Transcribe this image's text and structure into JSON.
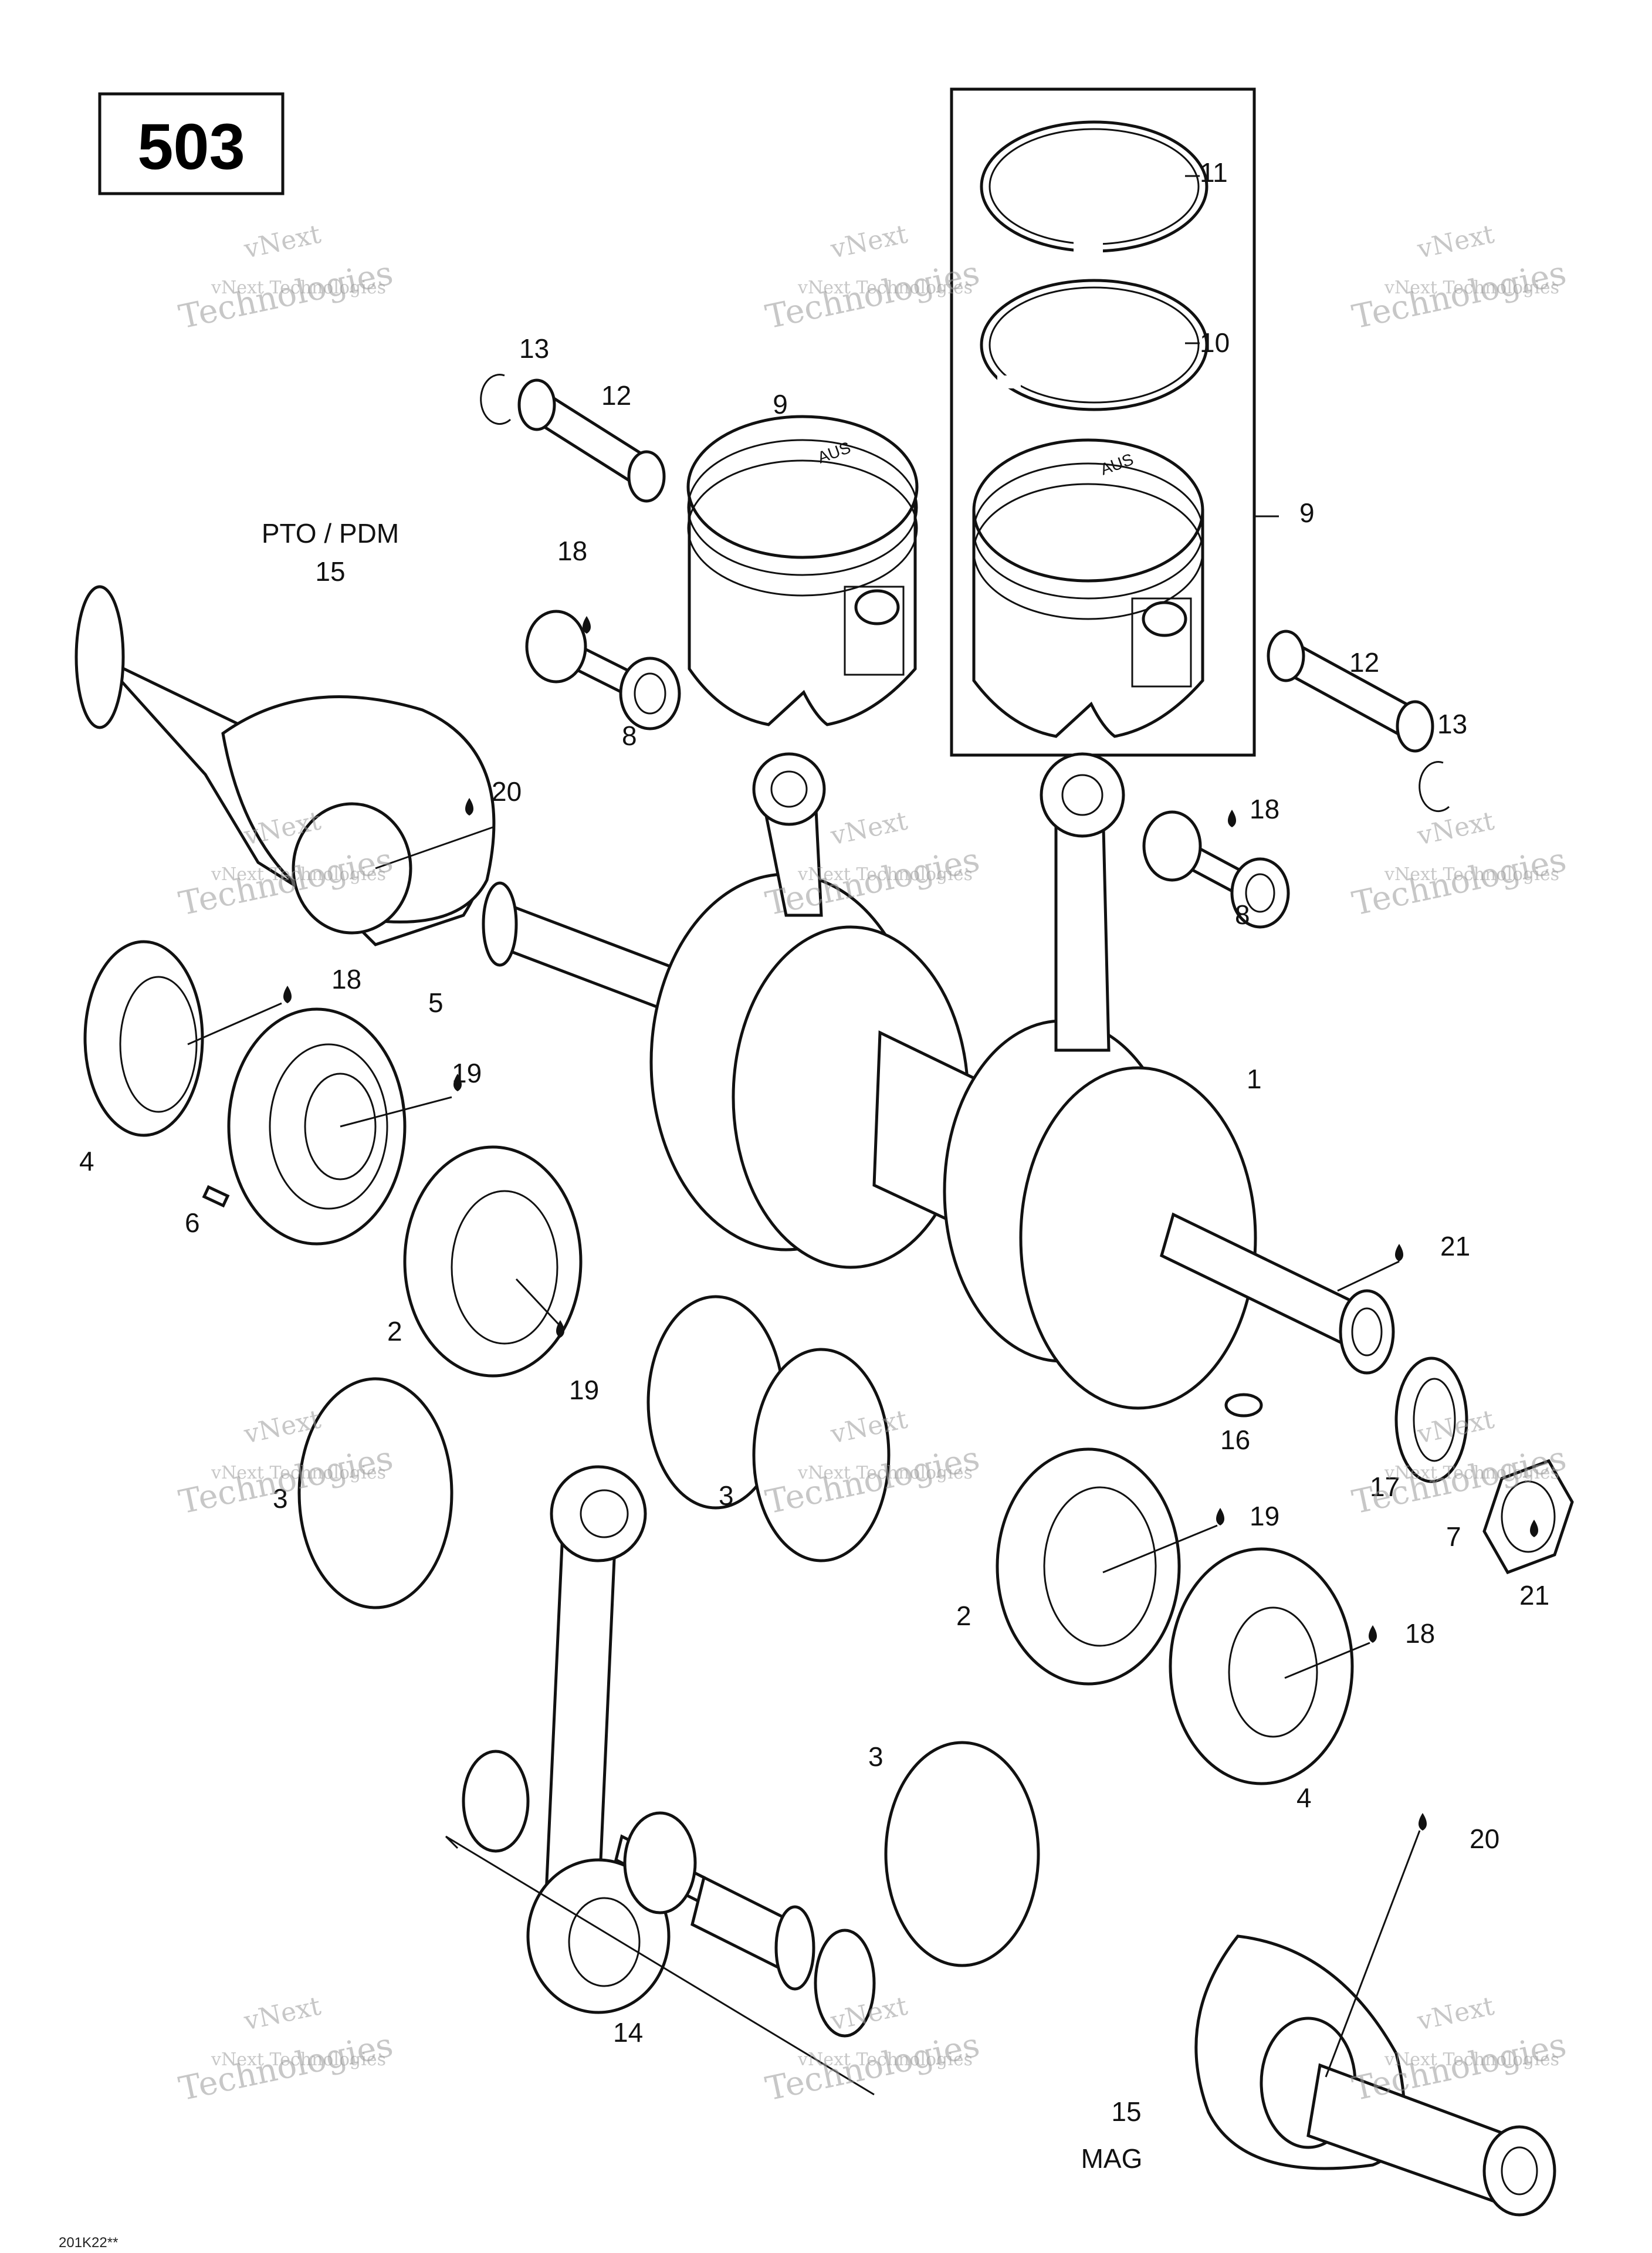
{
  "model_number": "503",
  "labels": [
    {
      "id": "l11",
      "text": "11"
    },
    {
      "id": "l10",
      "text": "10"
    },
    {
      "id": "l9a",
      "text": "9"
    },
    {
      "id": "l9b",
      "text": "9"
    },
    {
      "id": "l13a",
      "text": "13"
    },
    {
      "id": "l12a",
      "text": "12"
    },
    {
      "id": "l18a",
      "text": "18"
    },
    {
      "id": "l8a",
      "text": "8"
    },
    {
      "id": "l12b",
      "text": "12"
    },
    {
      "id": "l13b",
      "text": "13"
    },
    {
      "id": "l18b",
      "text": "18"
    },
    {
      "id": "l8b",
      "text": "8"
    },
    {
      "id": "l15a",
      "text": "15"
    },
    {
      "id": "l20a",
      "text": "20"
    },
    {
      "id": "l18c",
      "text": "18"
    },
    {
      "id": "l5",
      "text": "5"
    },
    {
      "id": "l19a",
      "text": "19"
    },
    {
      "id": "l4a",
      "text": "4"
    },
    {
      "id": "l6",
      "text": "6"
    },
    {
      "id": "l1",
      "text": "1"
    },
    {
      "id": "l21a",
      "text": "21"
    },
    {
      "id": "l2a",
      "text": "2"
    },
    {
      "id": "l19b",
      "text": "19"
    },
    {
      "id": "l16",
      "text": "16"
    },
    {
      "id": "l17",
      "text": "17"
    },
    {
      "id": "l7",
      "text": "7"
    },
    {
      "id": "l21b",
      "text": "21"
    },
    {
      "id": "l3a",
      "text": "3"
    },
    {
      "id": "l3b",
      "text": "3"
    },
    {
      "id": "l19c",
      "text": "19"
    },
    {
      "id": "l2b",
      "text": "2"
    },
    {
      "id": "l18d",
      "text": "18"
    },
    {
      "id": "l4b",
      "text": "4"
    },
    {
      "id": "l3c",
      "text": "3"
    },
    {
      "id": "l20b",
      "text": "20"
    },
    {
      "id": "l14",
      "text": "14"
    },
    {
      "id": "l15b",
      "text": "15"
    }
  ],
  "side_labels": {
    "pto": "PTO / PDM",
    "mag": "MAG"
  },
  "piston_marking": "AUS",
  "watermark": {
    "line1": "vNext",
    "line2": "vNext Technologies",
    "line3": "Technologies"
  },
  "footer_code": "201K22** "
}
